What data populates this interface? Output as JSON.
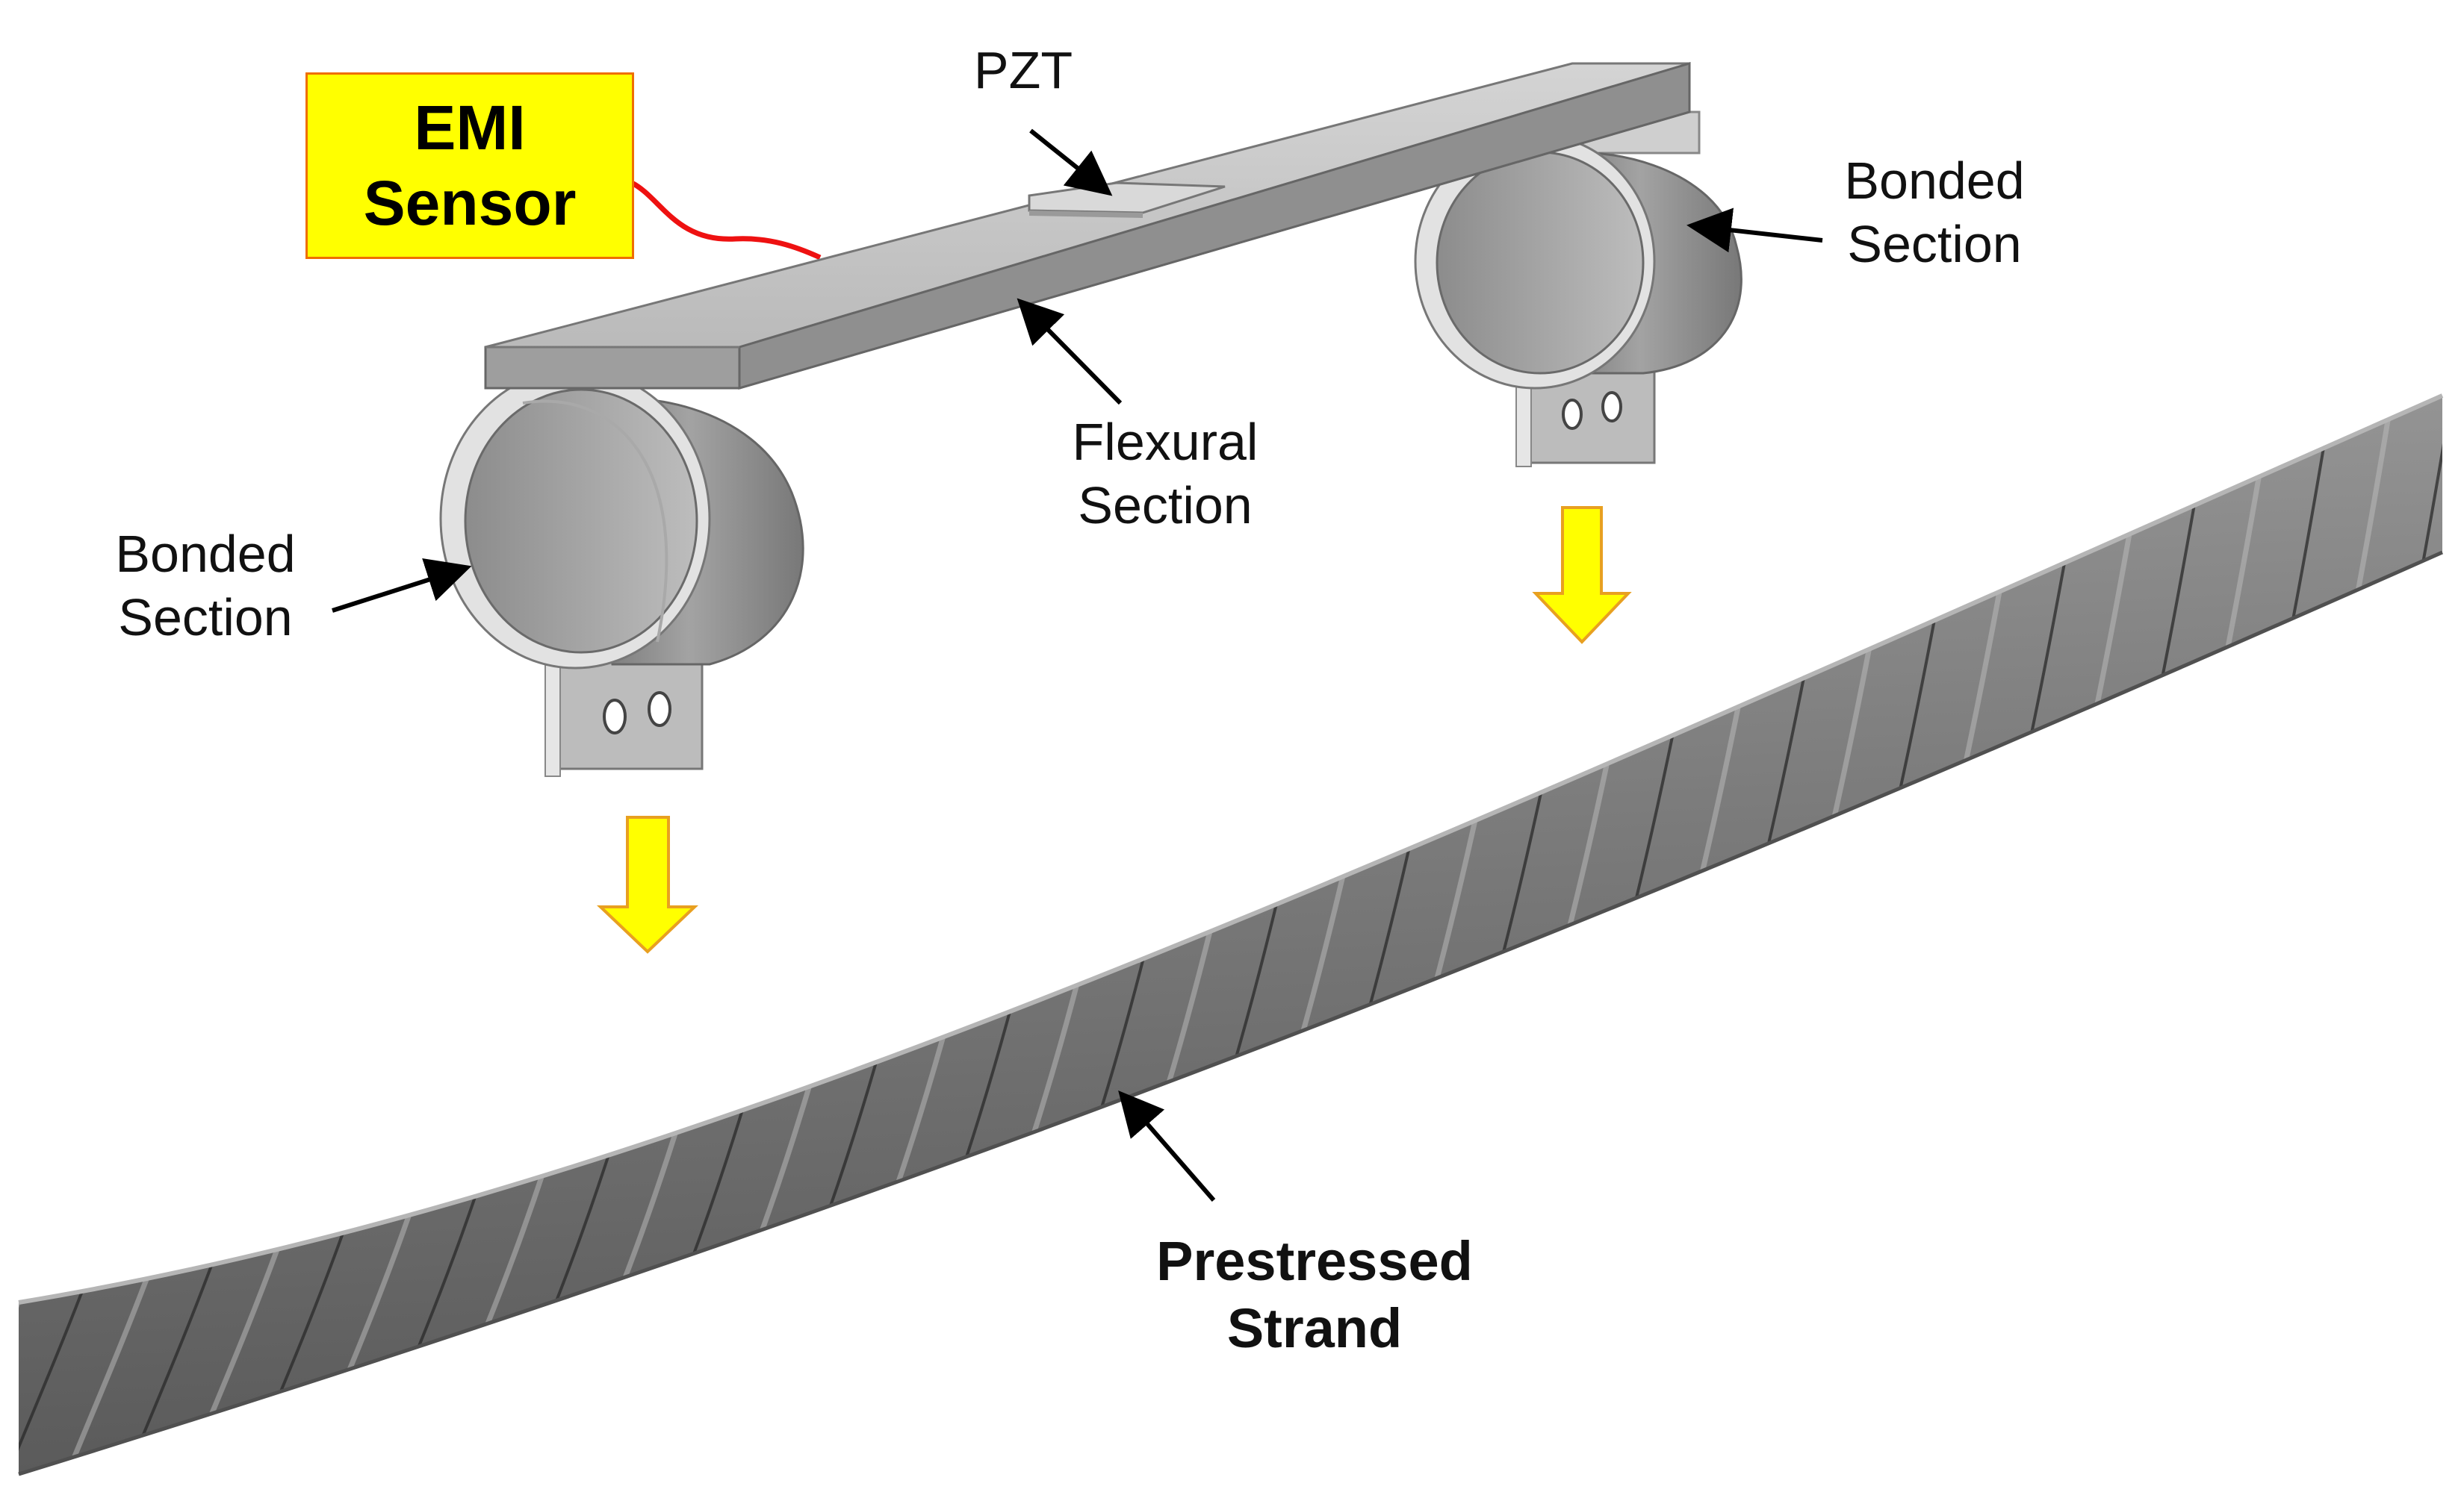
{
  "sensor_box": {
    "line1": "EMI",
    "line2": "Sensor",
    "fill_color": "#ffff00",
    "border_color": "#ef6f00",
    "cable_color": "#ee1111"
  },
  "labels": {
    "pzt": "PZT",
    "bonded_left": {
      "line1": "Bonded",
      "line2": "Section"
    },
    "bonded_right": {
      "line1": "Bonded",
      "line2": "Section"
    },
    "flexural": {
      "line1": "Flexural",
      "line2": "Section"
    },
    "strand": {
      "line1": "Prestressed",
      "line2": "Strand"
    }
  },
  "colors": {
    "install_arrow_fill": "#ffff00",
    "install_arrow_stroke": "#e8a020",
    "strand": "#8a8a8a",
    "clamp": "#9a9a9a"
  }
}
